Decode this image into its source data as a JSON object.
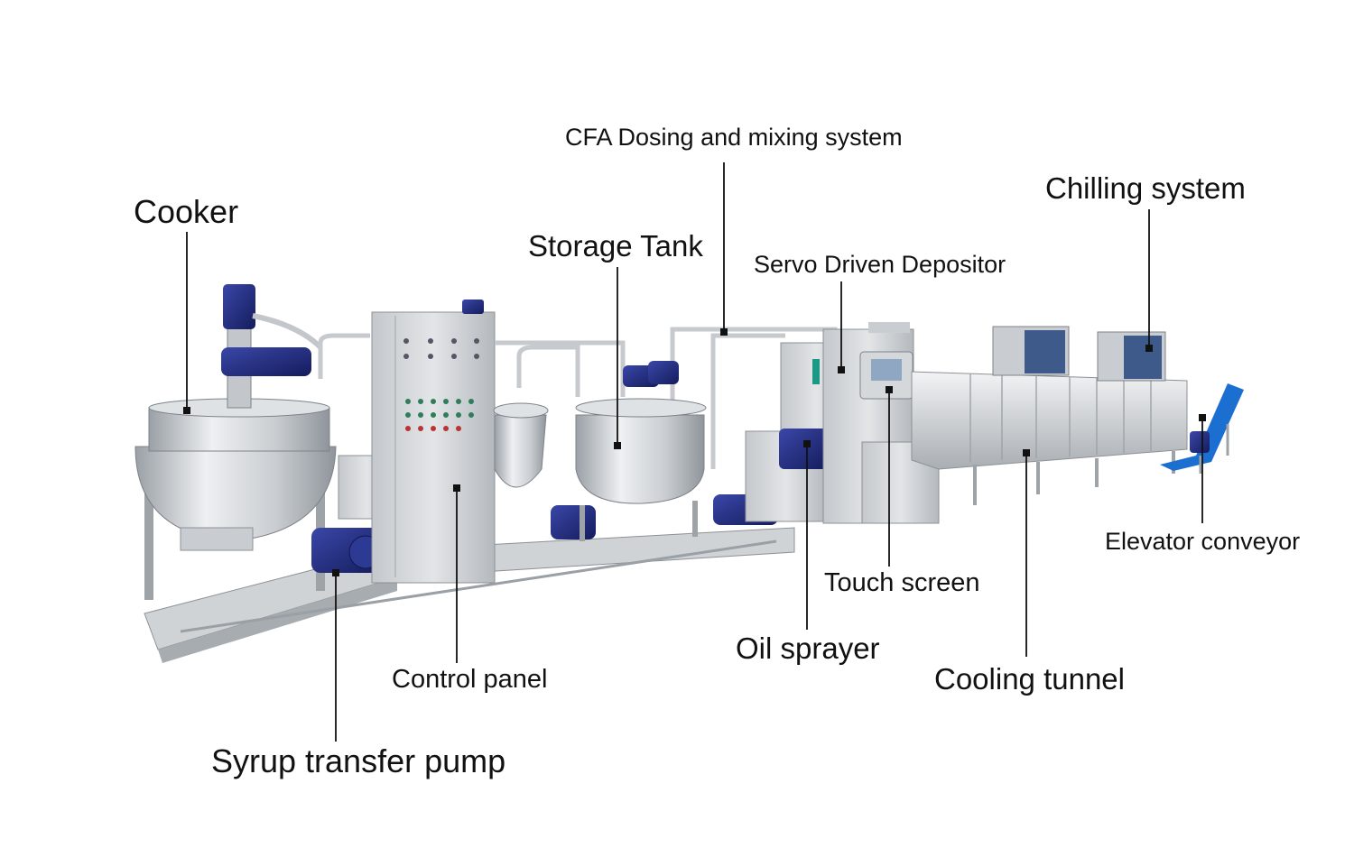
{
  "labels": {
    "cooker": "Cooker",
    "storage_tank": "Storage Tank",
    "cfa_dosing": "CFA Dosing and mixing system",
    "servo_depositor": "Servo Driven Depositor",
    "chilling_system": "Chilling system",
    "elevator_conveyor": "Elevator conveyor",
    "touch_screen": "Touch screen",
    "oil_sprayer": "Oil sprayer",
    "cooling_tunnel": "Cooling tunnel",
    "control_panel": "Control panel",
    "syrup_pump": "Syrup transfer pump"
  },
  "colors": {
    "steel_light": "#e6e8ea",
    "steel_mid": "#bfc3c7",
    "steel_dark": "#8d9297",
    "motor_blue": "#1f2a7a",
    "conveyor_blue": "#1b6fd0",
    "leader_line": "#111111"
  }
}
